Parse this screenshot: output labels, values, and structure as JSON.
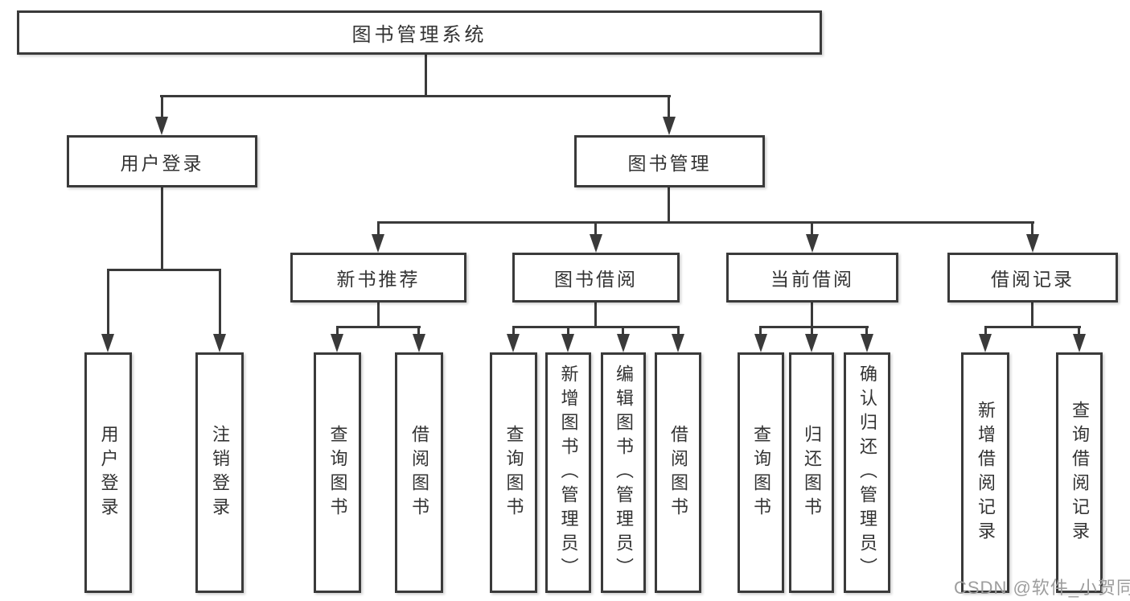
{
  "diagram": {
    "root_label": "图书管理系统",
    "level1": [
      {
        "label": "用户登录",
        "parent": "图书管理系统"
      },
      {
        "label": "图书管理",
        "parent": "图书管理系统"
      }
    ],
    "level2": [
      {
        "label": "新书推荐",
        "parent": "图书管理"
      },
      {
        "label": "图书借阅",
        "parent": "图书管理"
      },
      {
        "label": "当前借阅",
        "parent": "图书管理"
      },
      {
        "label": "借阅记录",
        "parent": "图书管理"
      }
    ],
    "level3": [
      {
        "label": "用户登录",
        "parent": "用户登录"
      },
      {
        "label": "注销登录",
        "parent": "用户登录"
      },
      {
        "label": "查询图书",
        "parent": "新书推荐"
      },
      {
        "label": "借阅图书",
        "parent": "新书推荐"
      },
      {
        "label": "查询图书",
        "parent": "图书借阅"
      },
      {
        "label": "新增图书（管理员）",
        "parent": "图书借阅"
      },
      {
        "label": "编辑图书（管理员）",
        "parent": "图书借阅"
      },
      {
        "label": "借阅图书",
        "parent": "图书借阅"
      },
      {
        "label": "查询图书",
        "parent": "当前借阅"
      },
      {
        "label": "归还图书",
        "parent": "当前借阅"
      },
      {
        "label": "确认归还（管理员）",
        "parent": "当前借阅"
      },
      {
        "label": "新增借阅记录",
        "parent": "借阅记录"
      },
      {
        "label": "查询借阅记录",
        "parent": "借阅记录"
      }
    ],
    "watermark": "CSDN @软件_小贺同学",
    "colors": {
      "line": "#3a3a3a",
      "box_border": "#3a3a3a",
      "box_fill": "#ffffff",
      "text": "#333333",
      "watermark": "#9d9d9d"
    }
  }
}
